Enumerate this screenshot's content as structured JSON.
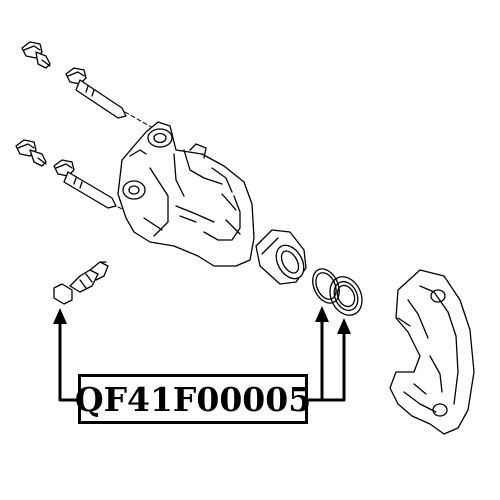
{
  "part_number": "QF41F00005",
  "colors": {
    "line": "#000000",
    "background": "#ffffff"
  },
  "parts": [
    "upper-guide-pin-bolt",
    "upper-guide-pin",
    "lower-guide-pin-bolt",
    "lower-guide-pin",
    "bleeder-screw",
    "caliper-housing",
    "piston",
    "piston-seal",
    "dust-boot",
    "caliper-bracket"
  ]
}
